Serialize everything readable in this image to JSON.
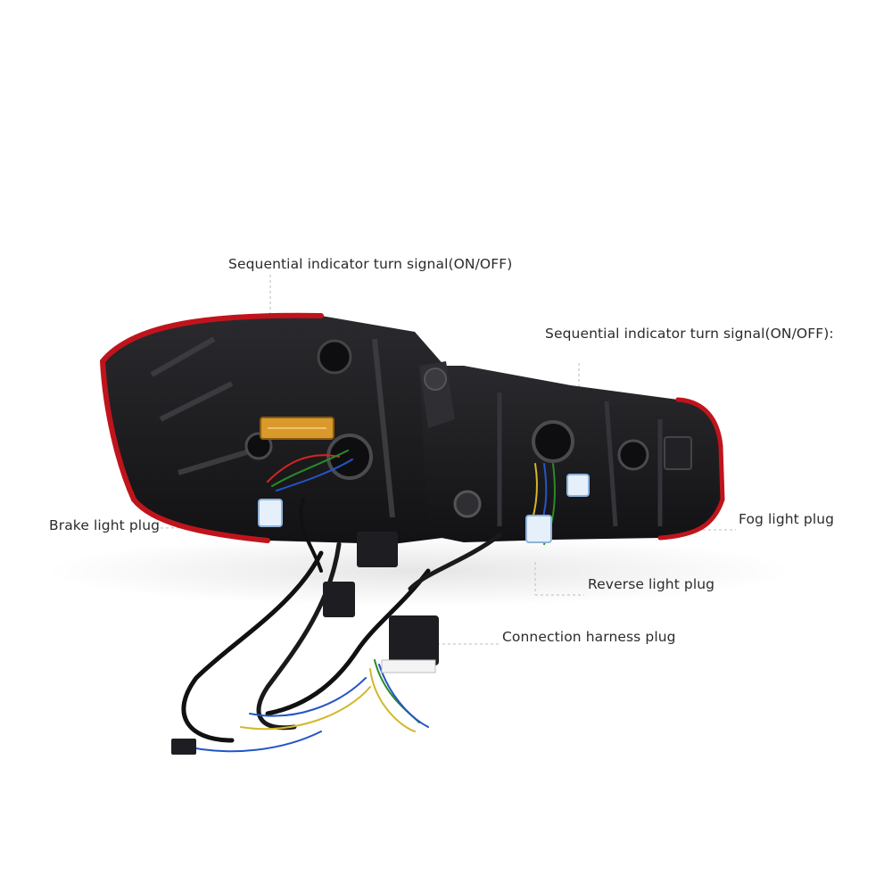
{
  "callouts": {
    "sequential_left": "Sequential indicator turn signal(ON/OFF)",
    "sequential_right": "Sequential indicator turn signal(ON/OFF):",
    "brake": "Brake light plug",
    "fog": "Fog light plug",
    "reverse": "Reverse light plug",
    "harness": "Connection harness plug"
  },
  "colors": {
    "background": "#ffffff",
    "housing": "#1c1c1f",
    "lens_edge": "#c0141c",
    "resistor": "#d99a2b",
    "leader_line": "#c7c7c7"
  }
}
